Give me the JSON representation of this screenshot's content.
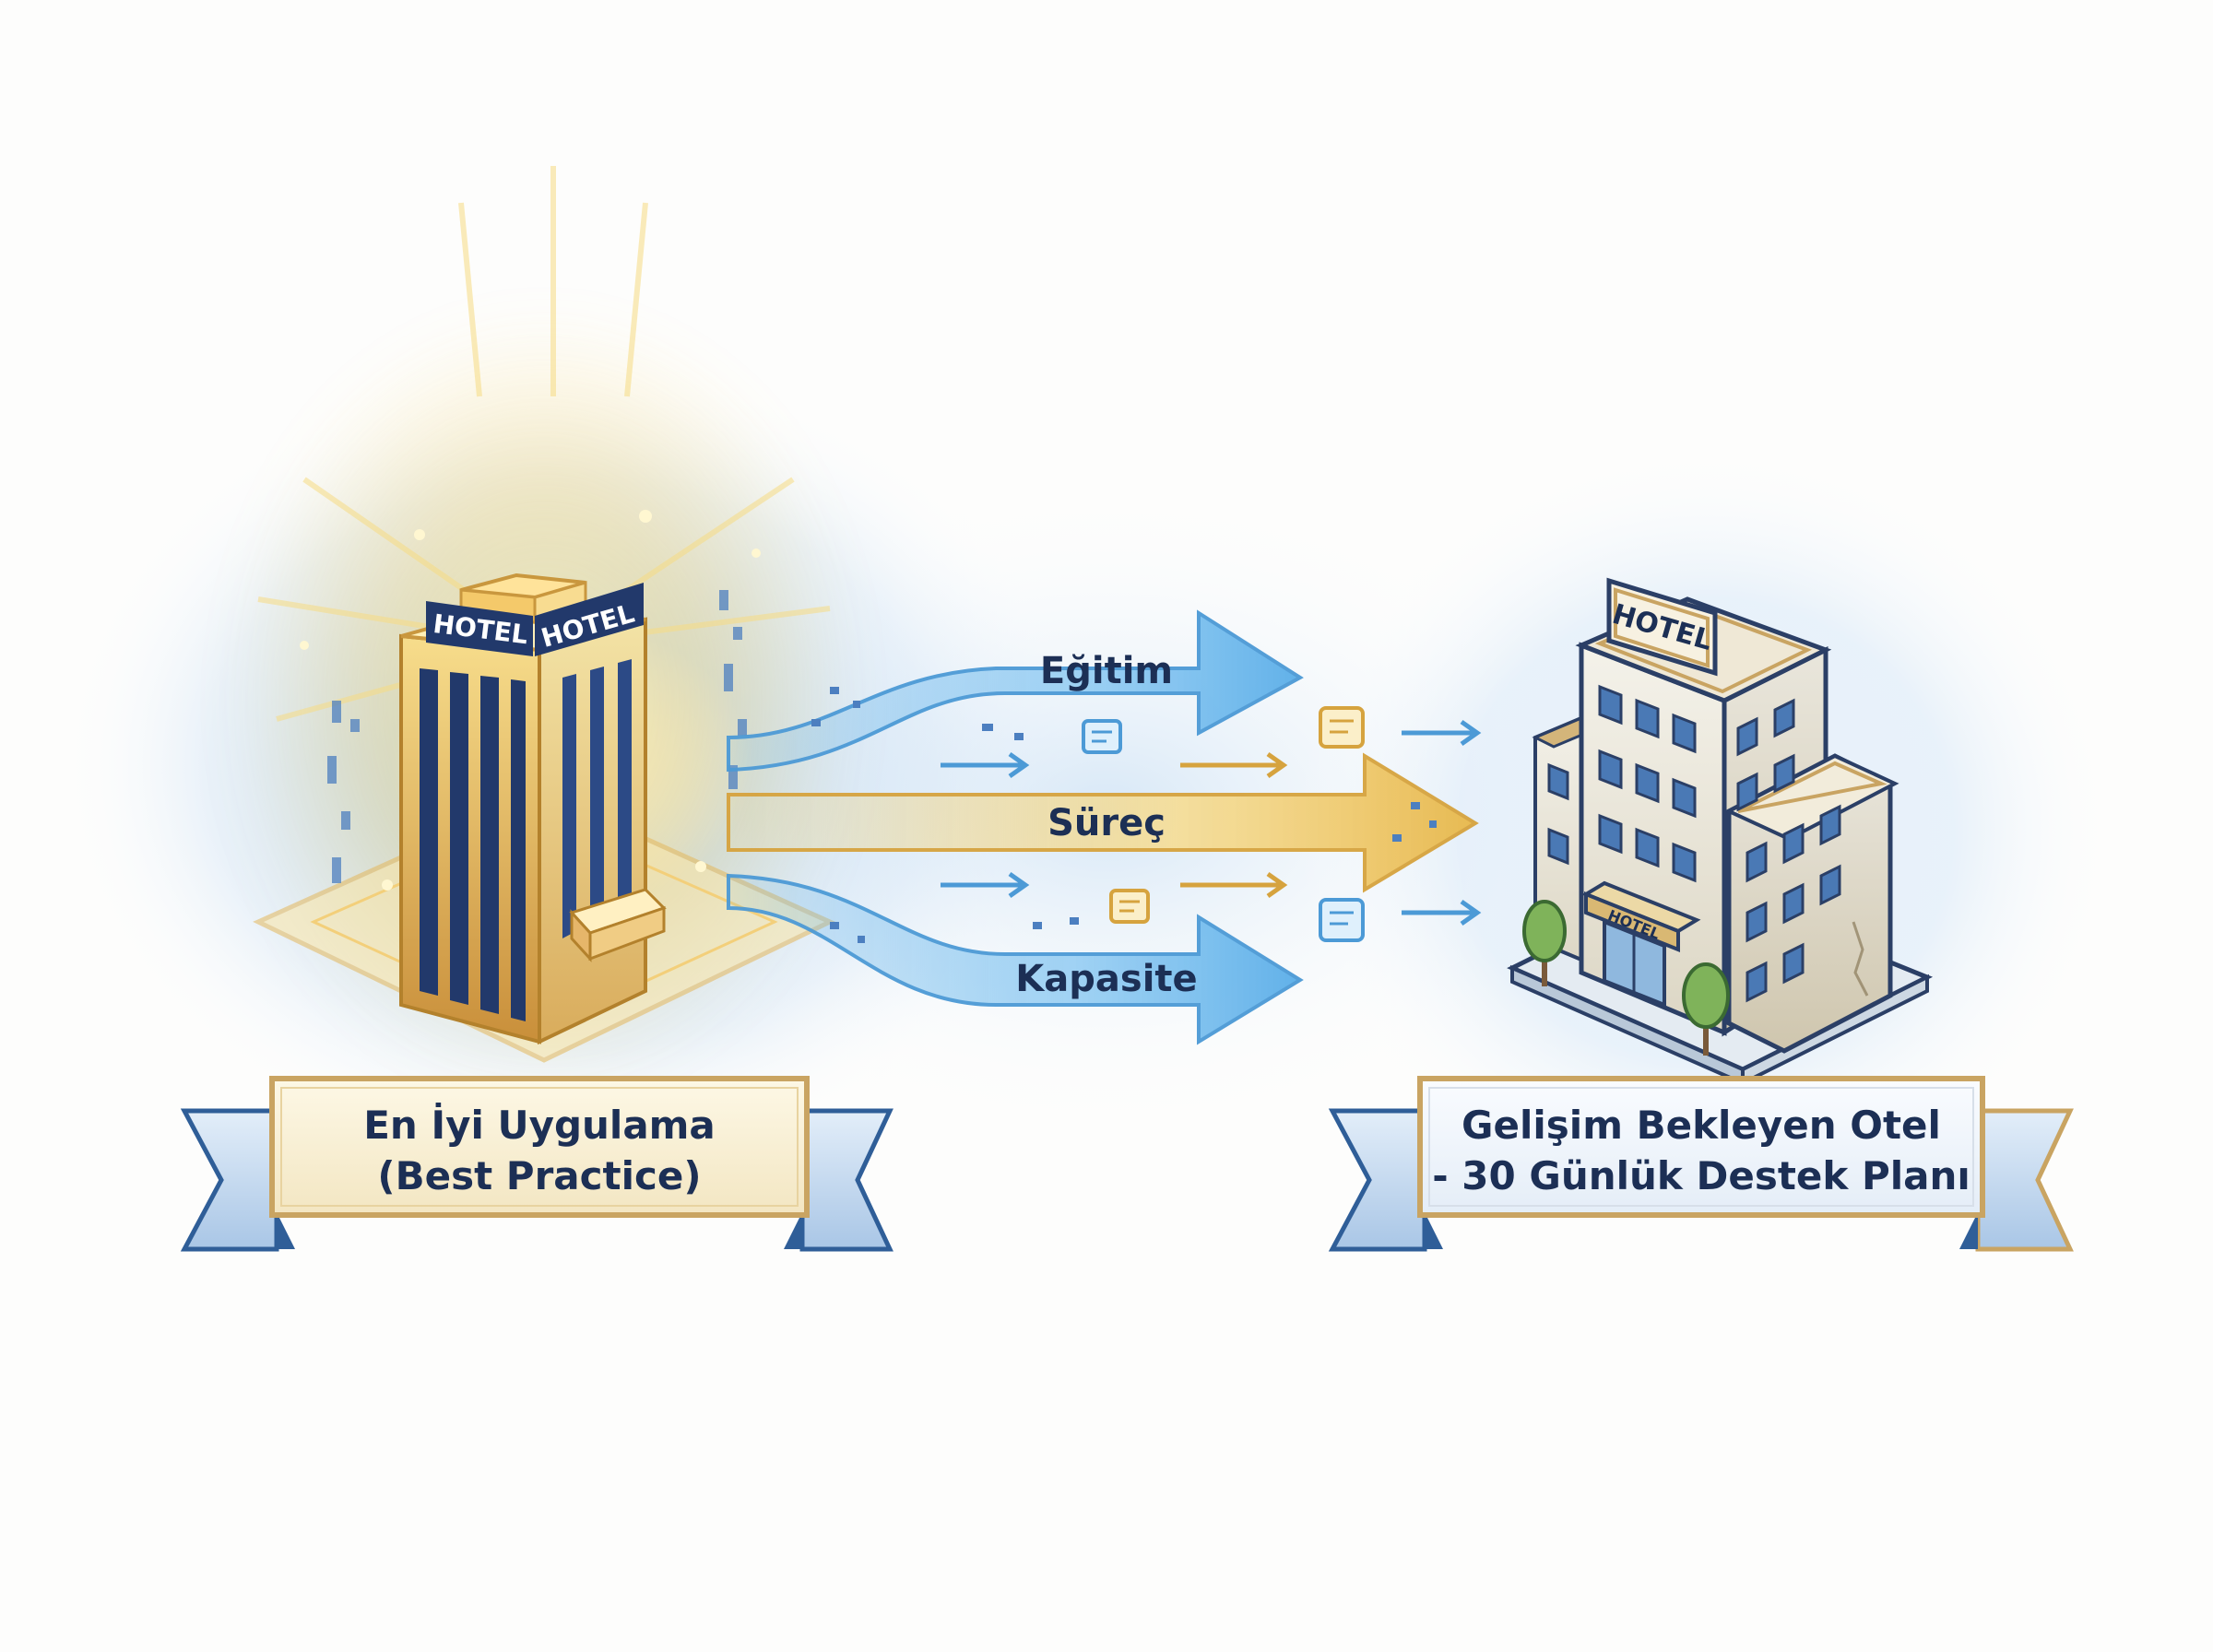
{
  "left_building": {
    "sign_front": "HOTEL",
    "sign_side": "HOTEL",
    "colors": {
      "glow": "#f5d37a",
      "facade": "#d9a94e",
      "windows": "#22396b"
    }
  },
  "right_building": {
    "sign_top": "HOTEL",
    "sign_entrance": "HOTEL",
    "colors": {
      "wall": "#ecebe3",
      "trim": "#c9a462",
      "windows": "#4a79b5",
      "tree": "#7fb35a"
    }
  },
  "flows": [
    {
      "label": "Eğitim",
      "color": "#5aaee8"
    },
    {
      "label": "Süreç",
      "color": "#e8b84a"
    },
    {
      "label": "Kapasite",
      "color": "#5aaee8"
    }
  ],
  "banner_left": {
    "line1": "En İyi Uygulama",
    "line2": "(Best Practice)"
  },
  "banner_right": {
    "line1": "Gelişim Bekleyen Otel",
    "line2": "- 30 Günlük Destek Planı"
  },
  "colors": {
    "accent_blue": "#3f7fc4",
    "accent_gold": "#d4a94a",
    "text": "#1c2f55",
    "banner_fill": "#fbf3dc"
  }
}
